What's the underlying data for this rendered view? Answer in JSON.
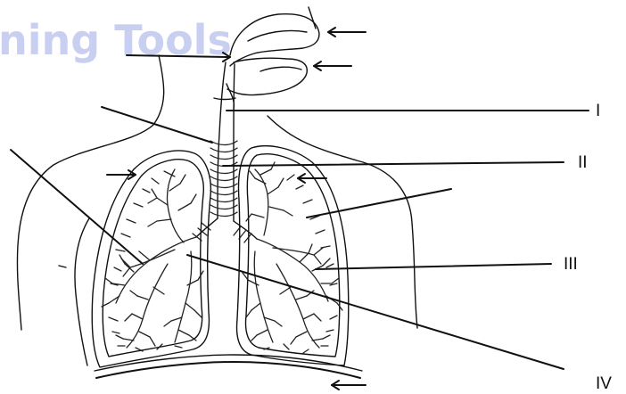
{
  "watermark": "ning Tools",
  "labels": {
    "l1": "I",
    "l2": "II",
    "l3": "III",
    "l4": "IV"
  }
}
